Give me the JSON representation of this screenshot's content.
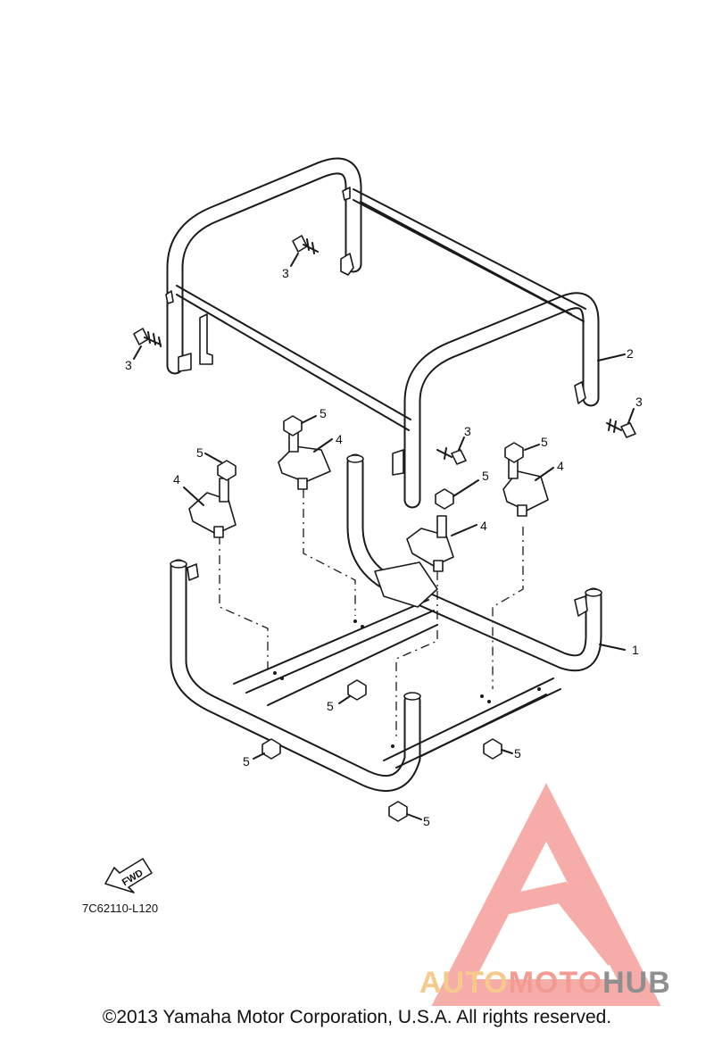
{
  "diagram": {
    "part_labels": [
      "1",
      "2",
      "3",
      "3",
      "3",
      "3",
      "4",
      "4",
      "4",
      "4",
      "5",
      "5",
      "5",
      "5",
      "5",
      "5",
      "5",
      "5"
    ],
    "fwd_label": "FWD",
    "diagram_code": "7C62110-L120"
  },
  "watermark": {
    "auto": "AUTO",
    "moto": "MOTO",
    "hub": "HUB",
    "colors": {
      "auto": "#f7c98b",
      "moto": "#f29b93",
      "hub": "#8f8f8f"
    }
  },
  "footer": {
    "copyright": "©2013 Yamaha Motor Corporation, U.S.A. All rights reserved."
  }
}
